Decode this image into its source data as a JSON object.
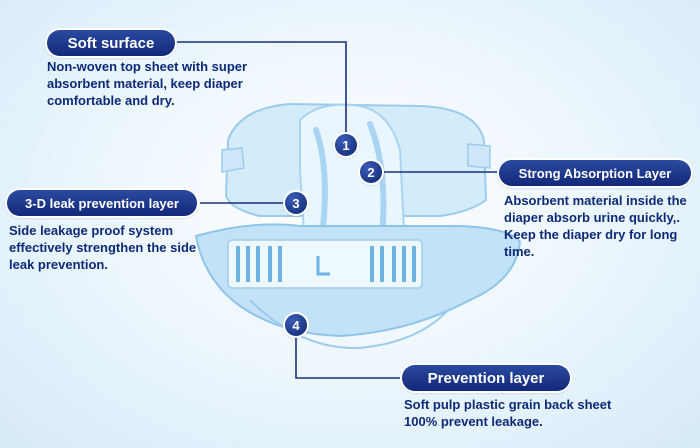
{
  "callouts": [
    {
      "number": "1",
      "title": "Soft surface",
      "description": "Non-woven top sheet with super absorbent material, keep diaper comfortable and dry."
    },
    {
      "number": "2",
      "title": "Strong Absorption Layer",
      "description": "Absorbent material inside the diaper absorb urine quickly,. Keep the diaper dry for long time."
    },
    {
      "number": "3",
      "title": "3-D leak prevention layer",
      "description": "Side leakage proof system effectively strengthen the side leak prevention."
    },
    {
      "number": "4",
      "title": "Prevention layer",
      "description": "Soft pulp plastic grain back sheet 100% prevent leakage."
    }
  ],
  "colors": {
    "badge": "#13287a",
    "text": "#0d2a78",
    "leader": "#1b2f80",
    "diaper_blue": "#bfe0f6"
  }
}
